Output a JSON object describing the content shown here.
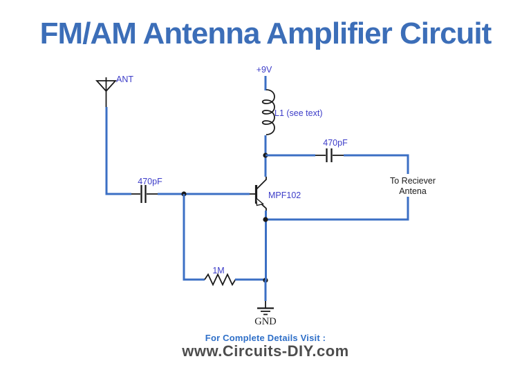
{
  "title": "FM/AM Antenna Amplifier Circuit",
  "colors": {
    "title": "#3c6eb8",
    "wire": "#3b6fc4",
    "label": "#3c3cc8",
    "symbol": "#1a1a1a",
    "annotation": "#1a1a1a",
    "footer_blue": "#2e6fc8",
    "footer_gray": "#4d4d4d",
    "background": "#ffffff"
  },
  "circuit": {
    "labels": {
      "antenna": "ANT",
      "supply": "+9V",
      "inductor": "L1 (see text)",
      "cap_top": "470pF",
      "cap_left": "470pF",
      "transistor": "MPF102",
      "resistor": "1M",
      "ground": "GND",
      "output_line1": "To Reciever",
      "output_line2": "Antena"
    }
  },
  "footer": {
    "line1": "For Complete Details Visit :",
    "line2": "www.Circuits-DIY.com"
  }
}
